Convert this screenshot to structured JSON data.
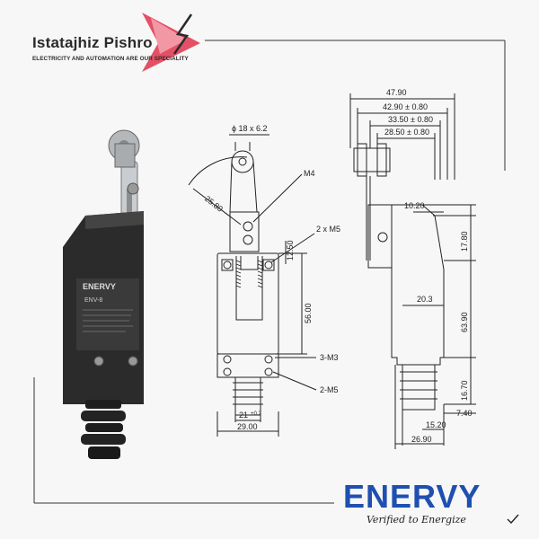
{
  "header": {
    "title": "Istatajhiz Pishro",
    "subtitle": "ELECTRICITY AND AUTOMATION ARE OUR SPECIALITY"
  },
  "product": {
    "body_text": "ENERVY",
    "model_text": "ENV-8"
  },
  "front_view": {
    "roller_dim": "ϕ 18 x 6.2",
    "thread_m4": "M4",
    "radius": "25.80",
    "screws_2xm5": "2 x M5",
    "dim_12_50": "12.50",
    "dim_56": "56.00",
    "label_3m3": "3-M3",
    "label_2m5": "2-M5",
    "dim_21": "21",
    "dim_21_tol": "+0.2",
    "dim_29": "29.00"
  },
  "side_view": {
    "dim_47_90": "47.90",
    "dim_42_90": "42.90 ± 0.80",
    "dim_33_50": "33.50 ± 0.80",
    "dim_28_50": "28.50 ± 0.80",
    "dim_10_20": "10.20",
    "dim_17_80": "17.80",
    "dim_20_3": "20.3",
    "dim_63_90": "63.90",
    "dim_16_70": "16.70",
    "dim_7_40": "7.40",
    "dim_15_20": "15.20",
    "dim_26_90": "26.90"
  },
  "footer": {
    "brand": "ENERVY",
    "tagline": "Verified to Energize"
  },
  "colors": {
    "brand_blue": "#1f4fb0",
    "logo_red": "#e0334b",
    "line": "#222222"
  }
}
